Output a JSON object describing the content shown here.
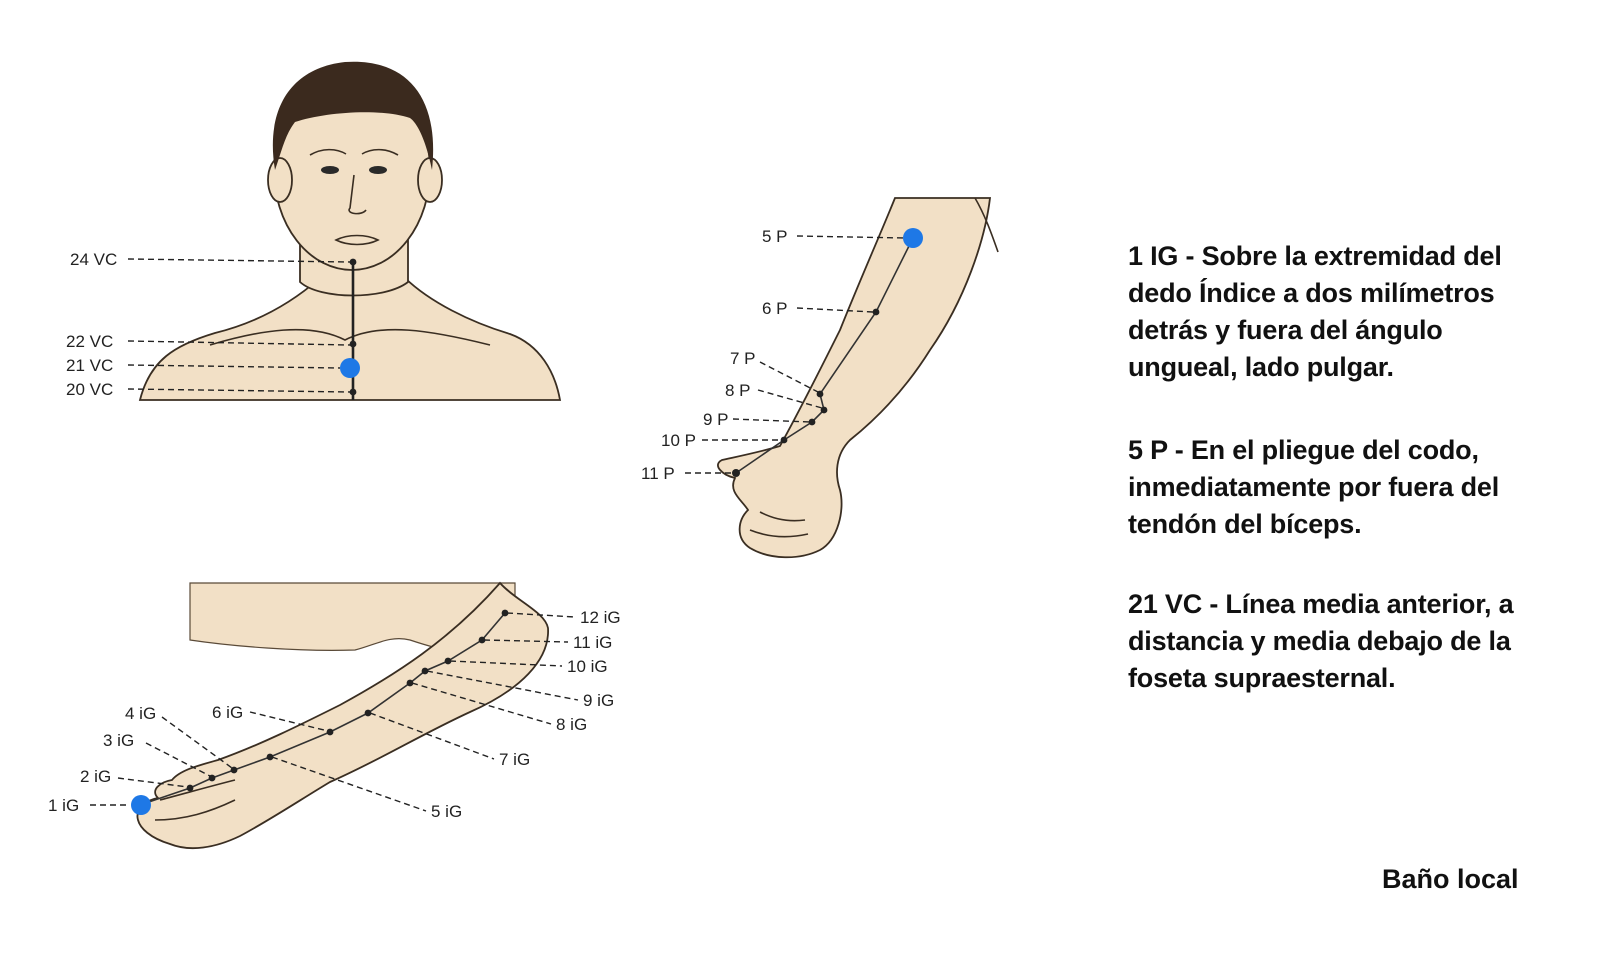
{
  "figure_head": {
    "labels": [
      "24 VC",
      "22 VC",
      "21 VC",
      "20 VC"
    ]
  },
  "figure_forearm": {
    "labels": [
      "5 P",
      "6 P",
      "7 P",
      "8 P",
      "9 P",
      "10 P",
      "11 P"
    ]
  },
  "figure_arm": {
    "labels_left": [
      "4 iG",
      "3 iG",
      "2 iG",
      "1 iG",
      "6 iG"
    ],
    "labels_right": [
      "12 iG",
      "11 iG",
      "10 iG",
      "9 iG",
      "8 iG",
      "7 iG",
      "5 iG"
    ]
  },
  "descriptions": [
    "1 IG - Sobre la extremidad del dedo Índice a dos milímetros detrás y fuera del ángulo ungueal, lado pulgar.",
    "5 P - En el pliegue del codo, inmediatamente por fuera del tendón del bíceps.",
    "21 VC - Línea media anterior, a distancia y media debajo de la foseta supraesternal."
  ],
  "footer": "Baño local",
  "colors": {
    "highlight": "#1e78e6",
    "skin": "#f2e0c6",
    "ink": "#222222"
  }
}
